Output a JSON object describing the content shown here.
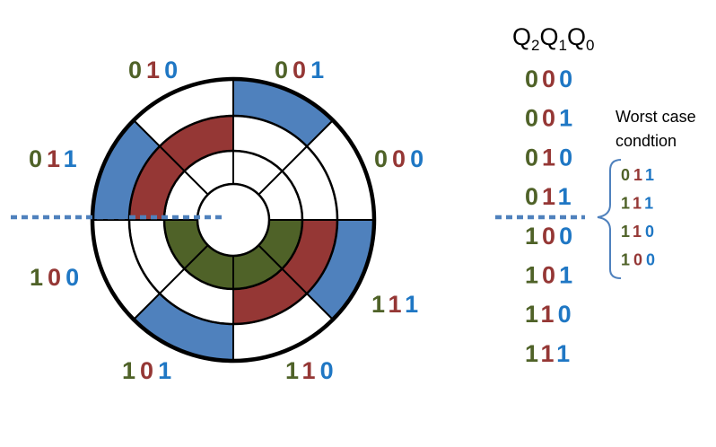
{
  "colors": {
    "q2": "#4f6228",
    "q1": "#953735",
    "q0": "#1f77c4",
    "q2_fill": "#4f6228",
    "q1_fill": "#953735",
    "q0_fill": "#4f81bd",
    "dash": "#4f81bd",
    "brace": "#4f81bd",
    "stroke": "#000000"
  },
  "disk": {
    "sectors": [
      {
        "code": [
          "0",
          "0",
          "0"
        ],
        "q2": 0,
        "q1": 0,
        "q0": 0
      },
      {
        "code": [
          "0",
          "0",
          "1"
        ],
        "q2": 0,
        "q1": 0,
        "q0": 1
      },
      {
        "code": [
          "0",
          "1",
          "0"
        ],
        "q2": 0,
        "q1": 1,
        "q0": 0
      },
      {
        "code": [
          "0",
          "1",
          "1"
        ],
        "q2": 0,
        "q1": 1,
        "q0": 1
      },
      {
        "code": [
          "1",
          "0",
          "0"
        ],
        "q2": 1,
        "q1": 0,
        "q0": 0
      },
      {
        "code": [
          "1",
          "0",
          "1"
        ],
        "q2": 1,
        "q1": 0,
        "q0": 1
      },
      {
        "code": [
          "1",
          "1",
          "0"
        ],
        "q2": 1,
        "q1": 1,
        "q0": 0
      },
      {
        "code": [
          "1",
          "1",
          "1"
        ],
        "q2": 1,
        "q1": 1,
        "q0": 1
      }
    ]
  },
  "table": {
    "header": {
      "q": "Q",
      "sub2": "2",
      "sub1": "1",
      "sub0": "0"
    },
    "rows": [
      [
        "0",
        "0",
        "0"
      ],
      [
        "0",
        "0",
        "1"
      ],
      [
        "0",
        "1",
        "0"
      ],
      [
        "0",
        "1",
        "1"
      ],
      [
        "1",
        "0",
        "0"
      ],
      [
        "1",
        "0",
        "1"
      ],
      [
        "1",
        "1",
        "0"
      ],
      [
        "1",
        "1",
        "1"
      ]
    ]
  },
  "worst_case": {
    "line1": "Worst case",
    "line2": "condtion",
    "codes": [
      [
        "0",
        "1",
        "1"
      ],
      [
        "1",
        "1",
        "1"
      ],
      [
        "1",
        "1",
        "0"
      ],
      [
        "1",
        "0",
        "0"
      ]
    ]
  }
}
